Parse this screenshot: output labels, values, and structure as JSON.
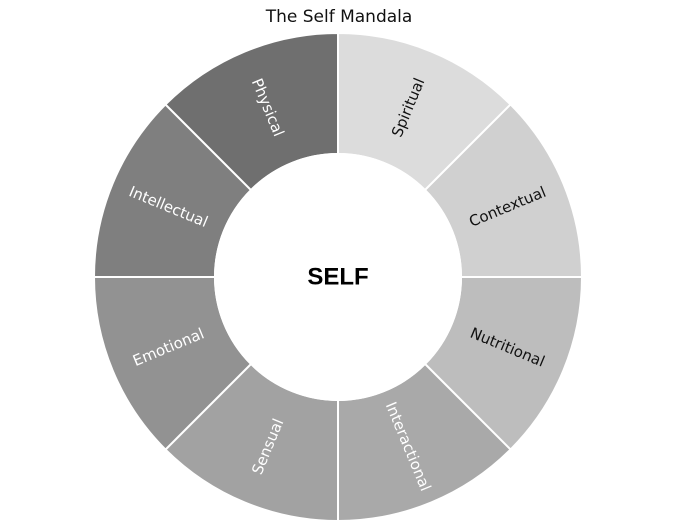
{
  "title": "The Self Mandala",
  "center": {
    "label": "SELF",
    "color": "#ffffff"
  },
  "segments": [
    {
      "label": "Spiritual",
      "fill": "#dcdcdc",
      "text_color": "#111111"
    },
    {
      "label": "Contextual",
      "fill": "#d0d0d0",
      "text_color": "#111111"
    },
    {
      "label": "Nutritional",
      "fill": "#bdbdbd",
      "text_color": "#111111"
    },
    {
      "label": "Interactional",
      "fill": "#a9a9a9",
      "text_color": "#ffffff"
    },
    {
      "label": "Sensual",
      "fill": "#a2a2a2",
      "text_color": "#ffffff"
    },
    {
      "label": "Emotional",
      "fill": "#929292",
      "text_color": "#ffffff"
    },
    {
      "label": "Intellectual",
      "fill": "#7f7f7f",
      "text_color": "#ffffff"
    },
    {
      "label": "Physical",
      "fill": "#6f6f6f",
      "text_color": "#ffffff"
    }
  ],
  "divider_color": "#ffffff"
}
